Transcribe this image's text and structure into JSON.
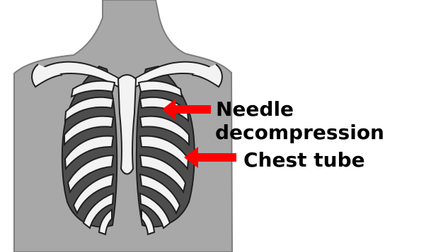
{
  "labels": {
    "needle_decompression": {
      "line1": "Needle",
      "line2": "decompression"
    },
    "chest_tube": "Chest tube"
  },
  "colors": {
    "torso": "#a8a8a8",
    "torso_edge": "#7d7d7d",
    "bone": "#f3f3f3",
    "bone_outline": "#1f1f1f",
    "lung_shadow": "#4d4d4d",
    "arrow": "#ff0000",
    "text": "#000000"
  }
}
